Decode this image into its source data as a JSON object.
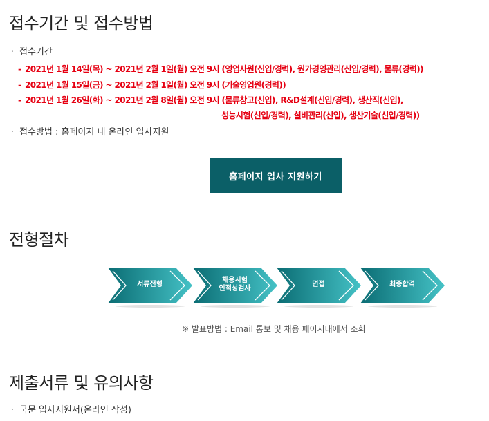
{
  "section1": {
    "title": "접수기간 및 접수방법",
    "period_label": "접수기간",
    "periods": [
      "2021년 1월 14일(목) ~ 2021년 2월 1일(월) 오전 9시 (영업사원(신입/경력), 원가경영관리(신입/경력), 물류(경력))",
      "2021년 1월 15일(금) ~ 2021년 2월 1일(월) 오전 9시 (기술영업원(경력))",
      "2021년 1월 26일(화) ~ 2021년 2월 8일(월) 오전 9시 (물류창고(신입), R&D설계(신입/경력), 생산직(신입),"
    ],
    "period3_cont": "성능시험(신입/경력), 설비관리(신입), 생산기술(신입/경력))",
    "method": "접수방법 : 홈페이지 내 온라인 입사지원",
    "apply_button": "홈페이지 입사 지원하기"
  },
  "section2": {
    "title": "전형절차",
    "steps": [
      "서류전형",
      "채용시험\n인적성검사",
      "면접",
      "최종합격"
    ],
    "note": "※ 발표방법 : Email 통보 및 채용 페이지내에서 조회"
  },
  "section3": {
    "title": "제출서류 및 유의사항",
    "items": [
      "국문 입사지원서(온라인 작성)"
    ]
  },
  "colors": {
    "accent": "#0b5f67",
    "highlight": "#e60012",
    "step_dark": "#0b6d74",
    "step_light": "#45c2c6"
  }
}
